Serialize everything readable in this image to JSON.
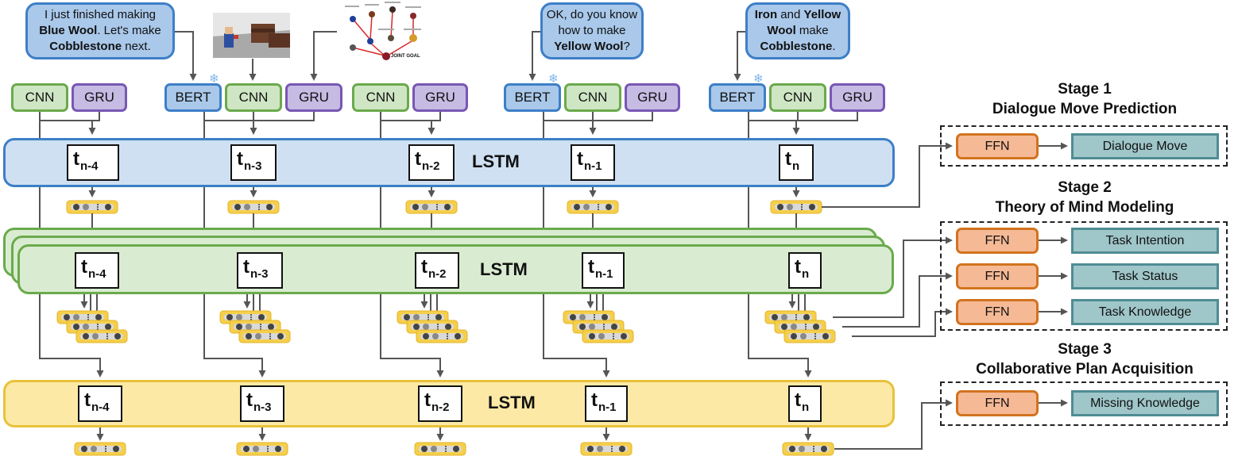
{
  "bubbles": {
    "b1": {
      "line1": "I just finished making",
      "bold1": "Blue Wool",
      "after1": ". Let's make",
      "bold2": "Cobblestone",
      "after2": " next."
    },
    "b2": {
      "line1": "OK, do you know",
      "line2": "how to make",
      "bold1": "Yellow Wool",
      "after1": "?"
    },
    "b3": {
      "bold1": "Iron",
      "mid1": " and ",
      "bold2": "Yellow",
      "bold3": "Wool",
      "mid2": " make",
      "bold4": "Cobblestone",
      "after": "."
    }
  },
  "goal_image": {
    "caption": "JOINT GOAL"
  },
  "encoders": {
    "cnn": "CNN",
    "gru": "GRU",
    "bert": "BERT"
  },
  "bands": {
    "lstm": "LSTM"
  },
  "timesteps": [
    {
      "t": "t",
      "sub": "n-4"
    },
    {
      "t": "t",
      "sub": "n-3"
    },
    {
      "t": "t",
      "sub": "n-2"
    },
    {
      "t": "t",
      "sub": "n-1"
    },
    {
      "t": "t",
      "sub": "n"
    }
  ],
  "stages": {
    "s1": {
      "title": "Stage 1",
      "name": "Dialogue Move Prediction",
      "ffn": "FFN",
      "outputs": [
        "Dialogue Move"
      ]
    },
    "s2": {
      "title": "Stage 2",
      "name": "Theory of Mind Modeling",
      "ffn": "FFN",
      "outputs": [
        "Task Intention",
        "Task Status",
        "Task Knowledge"
      ]
    },
    "s3": {
      "title": "Stage 3",
      "name": "Collaborative Plan Acquisition",
      "ffn": "FFN",
      "outputs": [
        "Missing Knowledge"
      ]
    }
  },
  "colors": {
    "blue": "#3d7fc7",
    "green": "#6aaa4c",
    "purple": "#7857b4",
    "yellow": "#e8c23c",
    "orange": "#d2731f",
    "teal": "#4f8c93",
    "arrow": "#555555"
  }
}
